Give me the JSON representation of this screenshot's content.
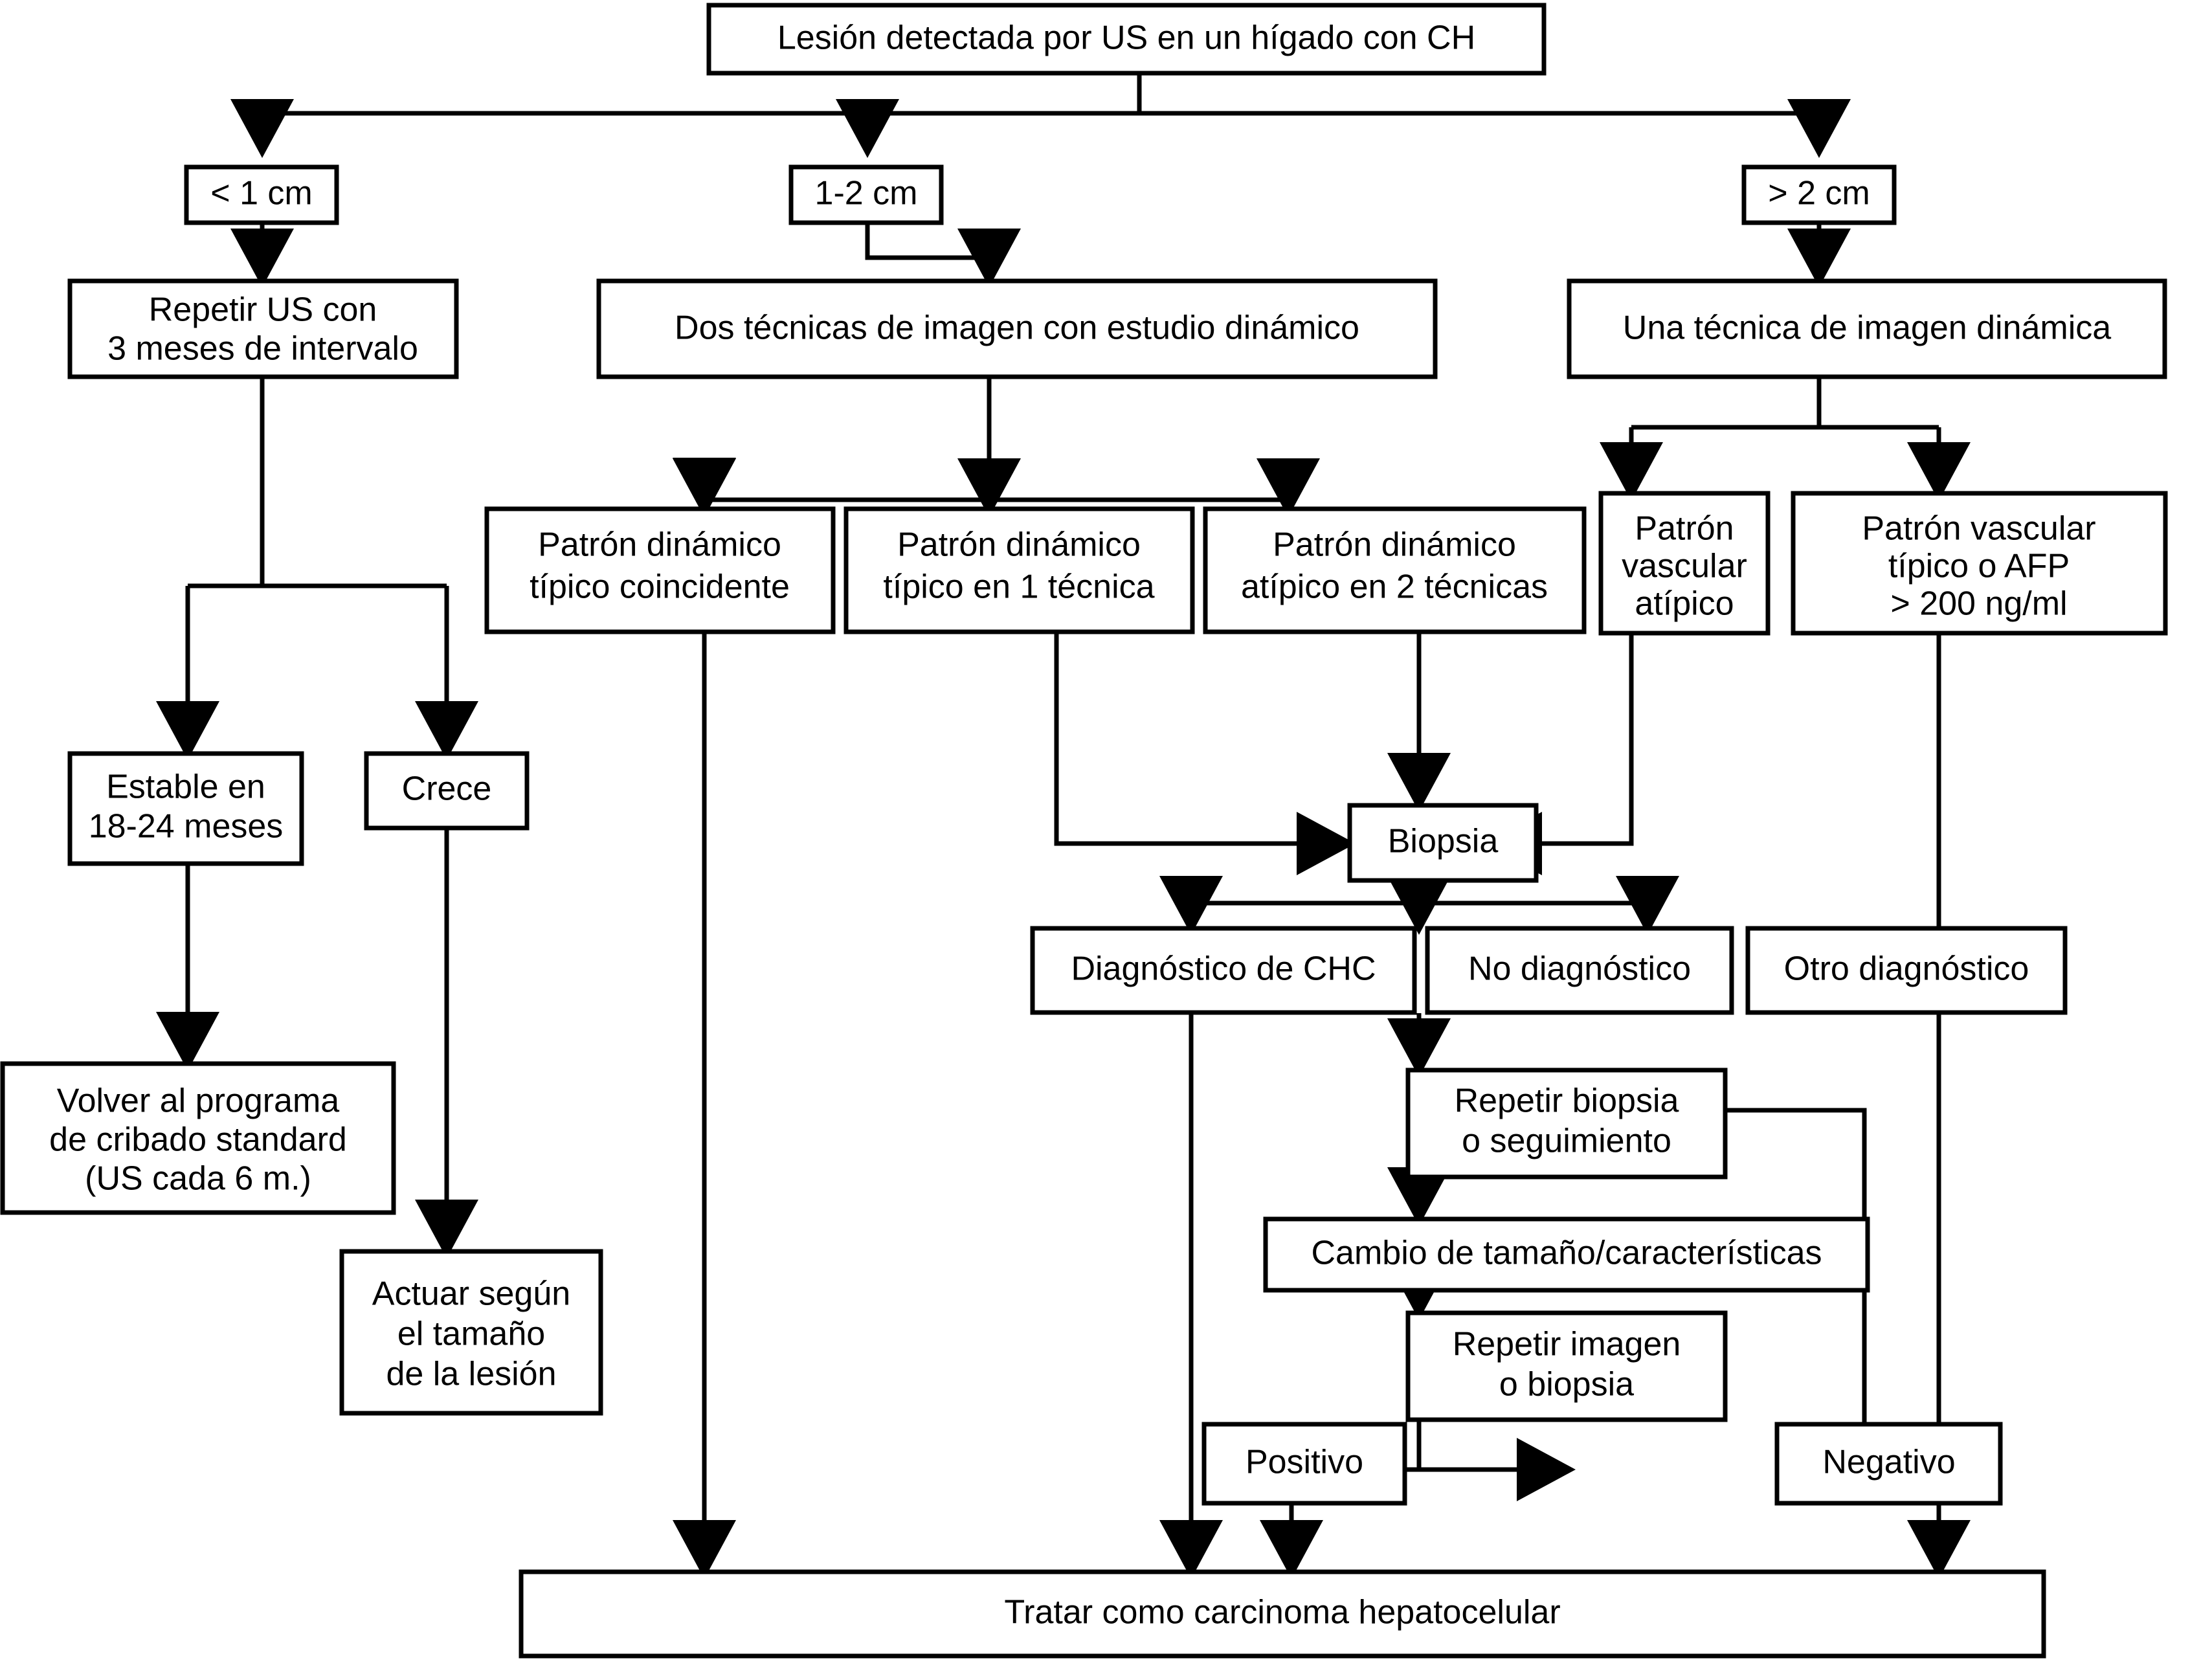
{
  "diagram": {
    "title": "Algoritmo diagnostico de lesion detectada por US en higado con cirrosis",
    "language": "es",
    "stroke_color": "#000000",
    "fill_color": "#ffffff",
    "nodes": {
      "root": {
        "label": "Lesión detectada por US en un hígado con CH"
      },
      "size_lt1": {
        "label": "< 1 cm"
      },
      "size_1_2": {
        "label": "1-2 cm"
      },
      "size_gt2": {
        "label": "> 2 cm"
      },
      "repeat_us": {
        "line1": "Repetir US con",
        "line2": "3 meses de intervalo"
      },
      "two_tech": {
        "label": "Dos técnicas de imagen con estudio dinámico"
      },
      "one_tech": {
        "label": "Una técnica de imagen dinámica"
      },
      "pat_typ_coin": {
        "line1": "Patrón dinámico",
        "line2": "típico coincidente"
      },
      "pat_typ_1tec": {
        "line1": "Patrón dinámico",
        "line2": "típico en 1 técnica"
      },
      "pat_atyp_2tec": {
        "line1": "Patrón dinámico",
        "line2": "atípico en 2 técnicas"
      },
      "pat_vasc_atyp": {
        "line1": "Patrón",
        "line2": "vascular",
        "line3": "atípico"
      },
      "pat_vasc_typ_afp": {
        "line1": "Patrón vascular",
        "line2": "típico o AFP",
        "line3": "> 200 ng/ml"
      },
      "stable": {
        "line1": "Estable en",
        "line2": "18-24 meses"
      },
      "grows": {
        "label": "Crece"
      },
      "back_to_program": {
        "line1": "Volver al programa",
        "line2": "de cribado standard",
        "line3": "(US cada 6 m.)"
      },
      "act_by_size": {
        "line1": "Actuar según",
        "line2": "el tamaño",
        "line3": "de la lesión"
      },
      "biopsy": {
        "label": "Biopsia"
      },
      "dx_chc": {
        "label": "Diagnóstico de CHC"
      },
      "no_dx": {
        "label": "No diagnóstico"
      },
      "other_dx": {
        "label": "Otro diagnóstico"
      },
      "repeat_biopsy": {
        "line1": "Repetir biopsia",
        "line2": "o seguimiento"
      },
      "size_change": {
        "label": "Cambio de tamaño/características"
      },
      "repeat_image": {
        "line1": "Repetir imagen",
        "line2": "o biopsia"
      },
      "positive": {
        "label": "Positivo"
      },
      "negative": {
        "label": "Negativo"
      },
      "treat": {
        "label": "Tratar como carcinoma hepatocelular"
      }
    }
  }
}
